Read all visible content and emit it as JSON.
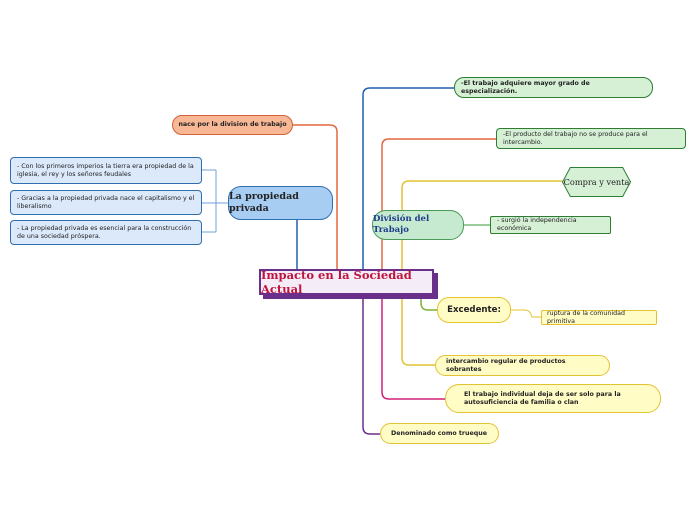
{
  "center": "Impacto en la Sociedad Actual",
  "propiedad": {
    "title": "La propiedad privada",
    "nace": "nace por la division de trabajo",
    "notes": [
      "- Con los primeros imperios la tierra era propiedad de la iglesia, el rey y los señores feudales",
      "- Gracias a la propiedad privada nace el capitalismo y el liberalismo",
      "-  La propiedad privada es esencial para la construcción de una sociedad próspera."
    ]
  },
  "trabajo_especializacion": "-El trabajo adquiere mayor grado de especialización.",
  "producto_intercambio": "-El producto del trabajo no se produce para el intercambio.",
  "compra_venta": "Compra y venta",
  "division": {
    "title": "División del Trabajo",
    "independencia": "- surgió la independencia económica"
  },
  "excedente": {
    "title": "Excedente:",
    "ruptura": "ruptura de la comunidad primitiva"
  },
  "intercambio_regular": "intercambio regular de productos sobrantes",
  "trabajo_individual": "El trabajo individual deja de ser solo para la autosuficiencia de familia o clan",
  "trueque": "Denominado como trueque",
  "colors": {
    "center_border": "#6a2f8a",
    "center_text": "#c0143c",
    "propiedad_fill": "#a7cdf2",
    "nace_fill": "#f8b896",
    "green_fill": "#d6f0d6",
    "yellow_fill": "#fffcc6",
    "link_blue": "#1f5fb0",
    "link_orange": "#e4663e",
    "link_yellow": "#e3c234",
    "link_green": "#3a9a3a",
    "link_magenta": "#d0207a",
    "link_purple": "#6a2f8a"
  }
}
